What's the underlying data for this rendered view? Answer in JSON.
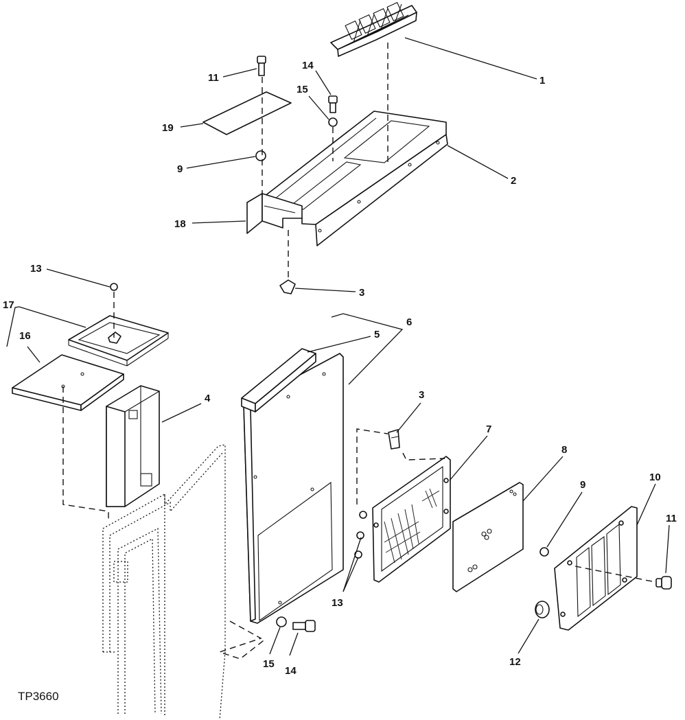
{
  "figure_id": "TP3660",
  "callouts": {
    "c1": "1",
    "c2": "2",
    "c3a": "3",
    "c3b": "3",
    "c4": "4",
    "c5": "5",
    "c6": "6",
    "c7": "7",
    "c8": "8",
    "c9a": "9",
    "c9b": "9",
    "c10": "10",
    "c11a": "11",
    "c11b": "11",
    "c12": "12",
    "c13a": "13",
    "c13b": "13",
    "c14a": "14",
    "c14b": "14",
    "c15a": "15",
    "c15b": "15",
    "c16": "16",
    "c17": "17",
    "c18": "18",
    "c19": "19"
  }
}
